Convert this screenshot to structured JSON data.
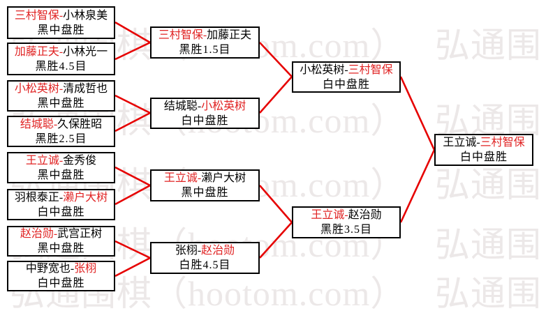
{
  "colors": {
    "winner_red": "#e02222",
    "line_red": "#e60000",
    "box_border": "#000000",
    "watermark_gray": "#ece8e8",
    "background": "#ffffff"
  },
  "watermark": {
    "text": "弘通围棋（hootom.com）",
    "row_text": "弘通围棋（hootom.com） 弘通围棋（hootom.com）"
  },
  "bracket": {
    "round1": [
      {
        "left": "",
        "red": "三村智保-",
        "right": "小林泉美",
        "result": "黑中盘胜"
      },
      {
        "left": "",
        "red": "加藤正夫-",
        "right": "小林光一",
        "result": "黑胜4.5目"
      },
      {
        "left": "",
        "red": "小松英树-",
        "right": "清成哲也",
        "result": "黑中盘胜"
      },
      {
        "left": "",
        "red": "结城聪-",
        "right": "久保胜昭",
        "result": "黑胜2.5目"
      },
      {
        "left": "",
        "red": "王立诚-",
        "right": "金秀俊",
        "result": "黑中盘胜"
      },
      {
        "left": "羽根泰正-",
        "red": "濑户大树",
        "right": "",
        "result": "白中盘胜"
      },
      {
        "left": "",
        "red": "赵治勋-",
        "right": "武宫正树",
        "result": "黑中盘胜"
      },
      {
        "left": "中野宽也-",
        "red": "张栩",
        "right": "",
        "result": "白中盘胜"
      }
    ],
    "round2": [
      {
        "left": "",
        "red": "三村智保-",
        "right": "加藤正夫",
        "result": "黑胜1.5目"
      },
      {
        "left": "结城聪-",
        "red": "小松英树",
        "right": "",
        "result": "白中盘胜"
      },
      {
        "left": "",
        "red": "王立诚-",
        "right": "濑户大树",
        "result": "黑中盘胜"
      },
      {
        "left": "张栩-",
        "red": "赵治勋",
        "right": "",
        "result": "白胜4.5目"
      }
    ],
    "round3": [
      {
        "left": "小松英树-",
        "red": "三村智保",
        "right": "",
        "result": "白中盘胜"
      },
      {
        "left": "",
        "red": "王立诚-",
        "right": "赵治勋",
        "result": "黑胜3.5目"
      }
    ],
    "final": [
      {
        "left": "王立诚-",
        "red": "三村智保",
        "right": "",
        "result": "白中盘胜"
      }
    ]
  }
}
